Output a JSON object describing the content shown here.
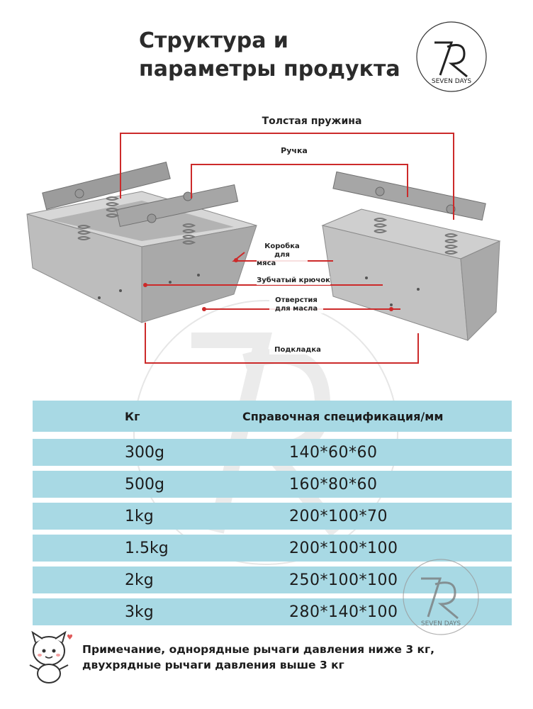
{
  "header": {
    "title_line1": "Структура и",
    "title_line2": "параметры продукта"
  },
  "logo": {
    "text": "SEVEN DAYS",
    "mark": "7R"
  },
  "diagram": {
    "labels": {
      "spring": "Толстая пружина",
      "handle": "Ручка",
      "meat_box_line1": "Коробка для",
      "meat_box_line2": "мяса",
      "hook": "Зубчатый крючок",
      "oil_holes_line1": "Отверстия",
      "oil_holes_line2": "для масла",
      "pad": "Подкладка"
    },
    "line_color": "#cc2a2a"
  },
  "table": {
    "headers": {
      "kg": "Кг",
      "spec": "Справочная спецификация/мм"
    },
    "rows": [
      {
        "kg": "300g",
        "spec": "140*60*60"
      },
      {
        "kg": "500g",
        "spec": "160*80*60"
      },
      {
        "kg": "1kg",
        "spec": "200*100*70"
      },
      {
        "kg": "1.5kg",
        "spec": "200*100*100"
      },
      {
        "kg": "2kg",
        "spec": "250*100*100"
      },
      {
        "kg": "3kg",
        "spec": "280*140*100"
      }
    ],
    "row_color": "#a8d9e4"
  },
  "note": {
    "line1": "Примечание, однорядные рычаги давления ниже 3 кг,",
    "line2": "двухрядные рычаги давления выше 3 кг"
  }
}
